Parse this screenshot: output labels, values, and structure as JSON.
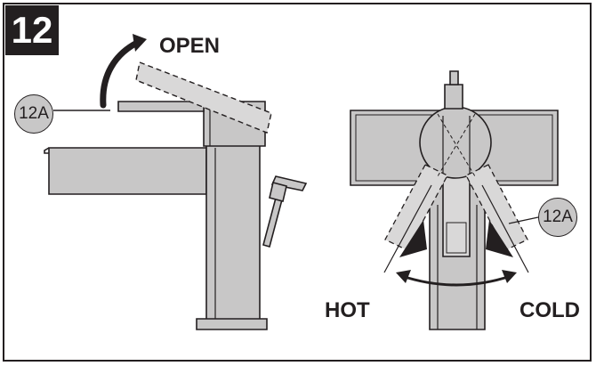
{
  "step": {
    "number": "12"
  },
  "labels": {
    "open": "OPEN",
    "hot": "HOT",
    "cold": "COLD"
  },
  "callouts": {
    "side_view": "12A",
    "front_view": "12A"
  },
  "colors": {
    "stroke": "#231f20",
    "metal": "#c8c7c7",
    "metal_light": "#d9d8d8",
    "background": "#ffffff"
  }
}
